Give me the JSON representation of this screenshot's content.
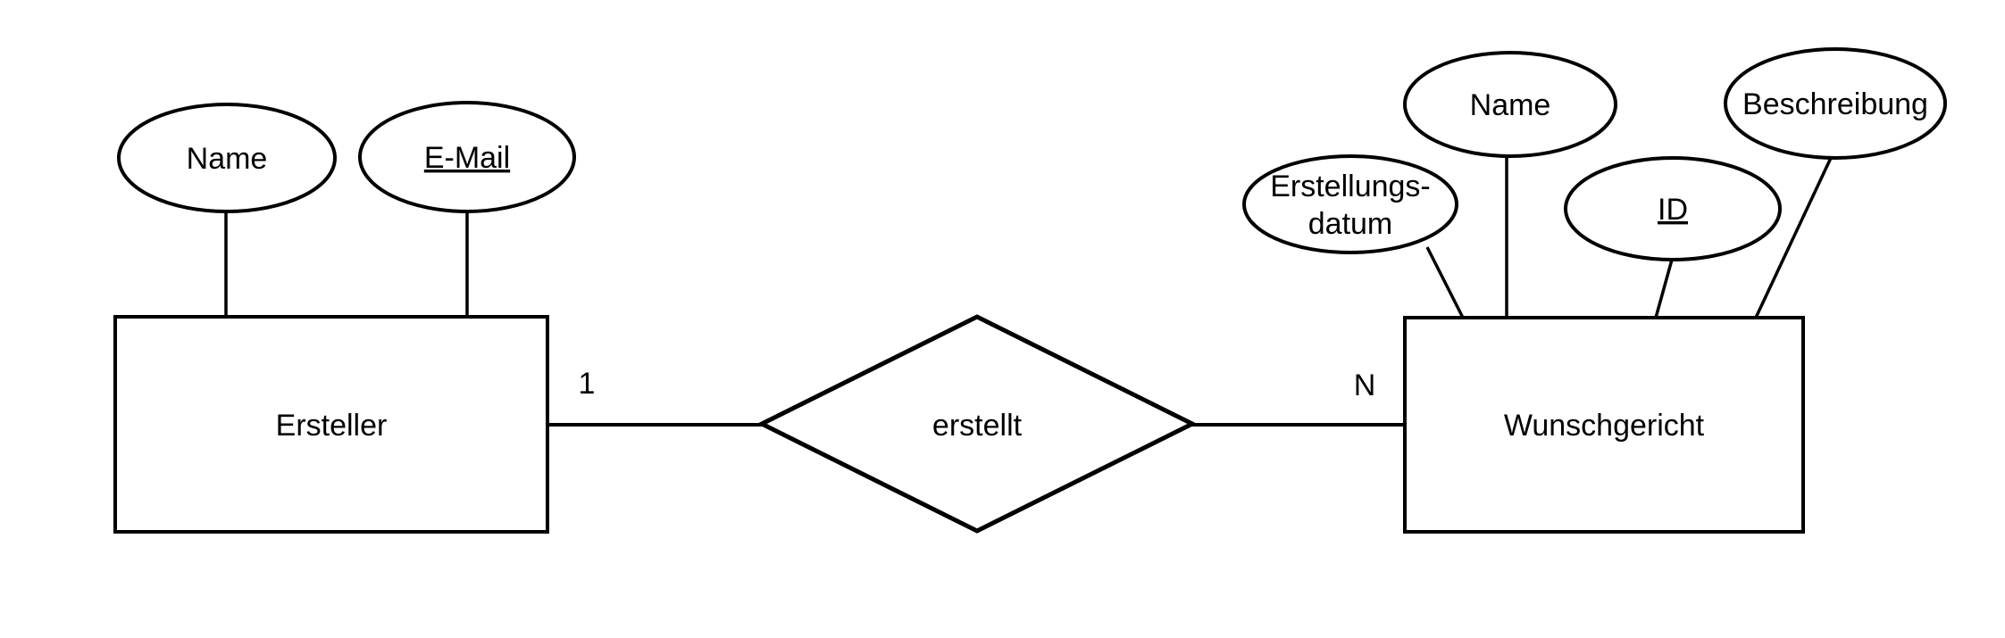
{
  "diagram": {
    "kind": "entity-relationship-diagram",
    "entities": [
      {
        "name": "Ersteller",
        "attributes": [
          {
            "label": "Name",
            "is_key": false
          },
          {
            "label": "E-Mail",
            "is_key": true
          }
        ]
      },
      {
        "name": "Wunschgericht",
        "attributes": [
          {
            "label": "Erstellungs-datum",
            "line1": "Erstellungs-",
            "line2": "datum",
            "is_key": false
          },
          {
            "label": "Name",
            "is_key": false
          },
          {
            "label": "ID",
            "is_key": true
          },
          {
            "label": "Beschreibung",
            "is_key": false
          }
        ]
      }
    ],
    "relationship": {
      "label": "erstellt",
      "cardinality_left": "1",
      "cardinality_right": "N"
    },
    "colors": {
      "stroke": "#000000",
      "shape_fill": "#ffffff",
      "background": "#ffffff"
    }
  }
}
